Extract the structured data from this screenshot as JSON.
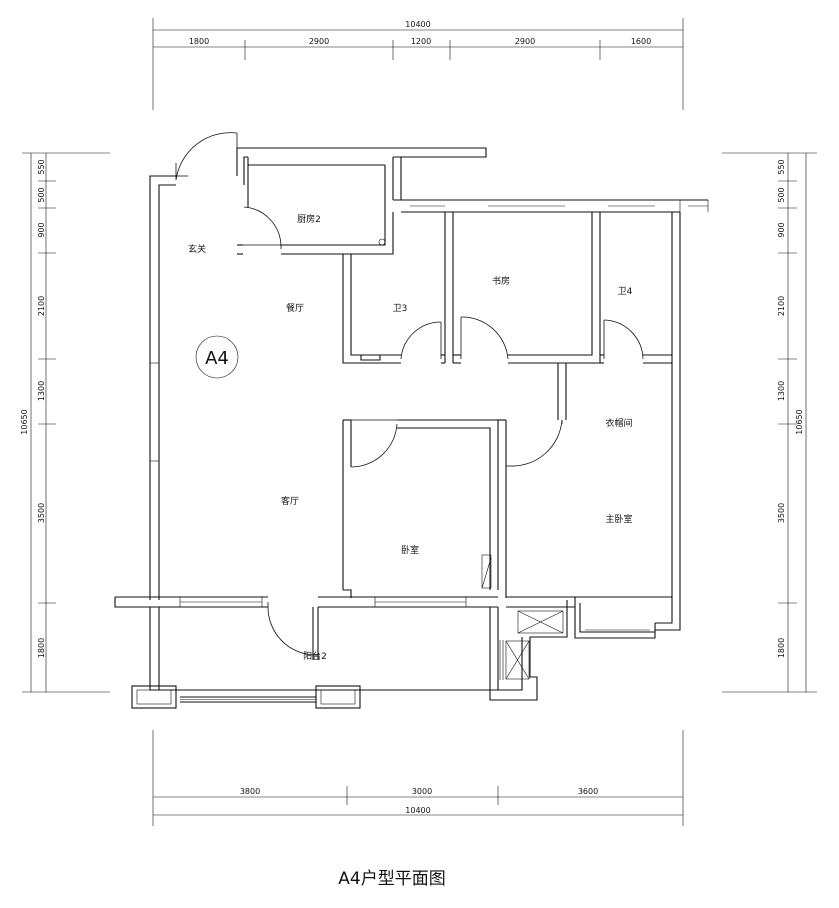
{
  "title": "A4户型平面图",
  "unit_label": "A4",
  "rooms": {
    "entry": "玄关",
    "kitchen": "厨房2",
    "dining": "餐厅",
    "bath3": "卫3",
    "study": "书房",
    "bath4": "卫4",
    "closet": "衣帽间",
    "living": "客厅",
    "bedroom": "卧室",
    "master": "主卧室",
    "balcony": "阳台2"
  },
  "dims": {
    "top_total": "10400",
    "top_segments": [
      "1800",
      "2900",
      "1200",
      "2900",
      "1600"
    ],
    "bottom_segments": [
      "3800",
      "3000",
      "3600"
    ],
    "bottom_total": "10400",
    "left_segments": [
      "550",
      "500",
      "900",
      "2100",
      "1300",
      "3500",
      "1800"
    ],
    "left_total": "10650",
    "right_segments": [
      "550",
      "500",
      "900",
      "2100",
      "1300",
      "3500",
      "1800"
    ],
    "right_total": "10650"
  }
}
